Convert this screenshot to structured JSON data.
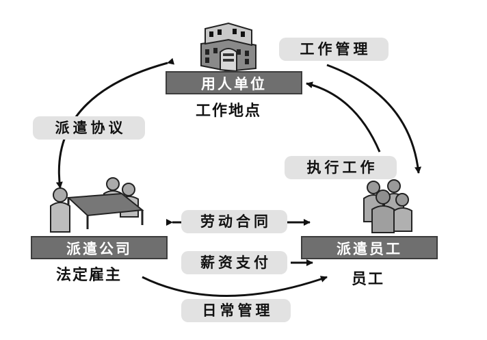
{
  "nodes": {
    "employer": {
      "label": "用人单位",
      "caption": "工作地点"
    },
    "agency": {
      "label": "派遣公司",
      "caption": "法定雇主"
    },
    "employee": {
      "label": "派遣员工",
      "caption": "员工"
    }
  },
  "relations": {
    "work_management": "工作管理",
    "dispatch_agreement": "派遣协议",
    "perform_work": "执行工作",
    "labor_contract": "劳动合同",
    "salary_payment": "薪资支付",
    "daily_management": "日常管理"
  },
  "icons": {
    "employer": "office-building-icon",
    "agency": "meeting-table-icon",
    "employee": "worker-group-icon"
  }
}
